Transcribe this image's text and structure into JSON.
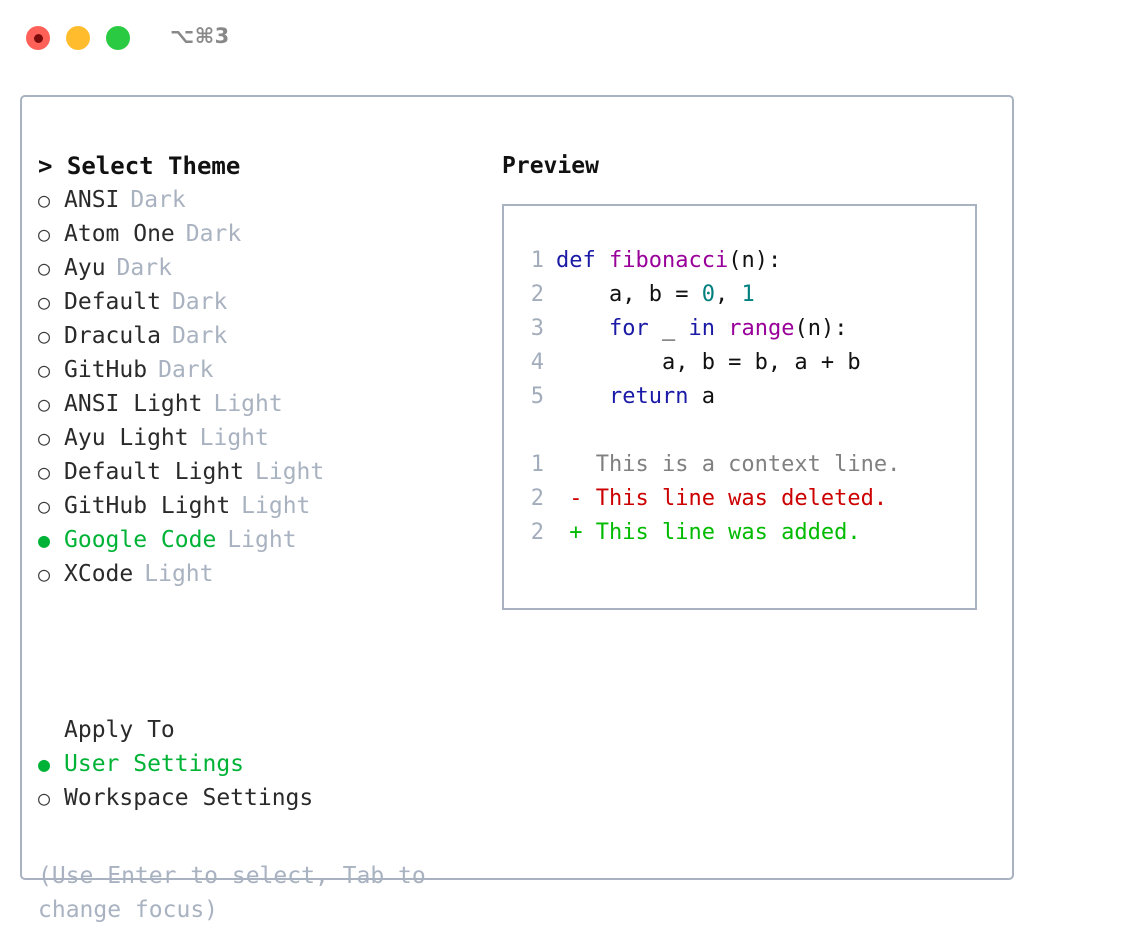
{
  "window": {
    "shortcut_label": "⌥⌘3",
    "traffic_lights": [
      {
        "name": "close-button",
        "color": "#FF6058"
      },
      {
        "name": "minimize-button",
        "color": "#FFBD2E"
      },
      {
        "name": "maximize-button",
        "color": "#2ACB42"
      }
    ]
  },
  "theme_picker": {
    "heading": "> Select Theme",
    "bullet_unselected": "○",
    "bullet_selected": "●",
    "items": [
      {
        "name": "ANSI",
        "tag": "Dark",
        "selected": false
      },
      {
        "name": "Atom One",
        "tag": "Dark",
        "selected": false
      },
      {
        "name": "Ayu",
        "tag": "Dark",
        "selected": false
      },
      {
        "name": "Default",
        "tag": "Dark",
        "selected": false
      },
      {
        "name": "Dracula",
        "tag": "Dark",
        "selected": false
      },
      {
        "name": "GitHub",
        "tag": "Dark",
        "selected": false
      },
      {
        "name": "ANSI Light",
        "tag": "Light",
        "selected": false
      },
      {
        "name": "Ayu Light",
        "tag": "Light",
        "selected": false
      },
      {
        "name": "Default Light",
        "tag": "Light",
        "selected": false
      },
      {
        "name": "GitHub Light",
        "tag": "Light",
        "selected": false
      },
      {
        "name": "Google Code",
        "tag": "Light",
        "selected": true
      },
      {
        "name": "XCode",
        "tag": "Light",
        "selected": false
      }
    ]
  },
  "apply_to": {
    "heading": "Apply To",
    "items": [
      {
        "name": "User Settings",
        "selected": true
      },
      {
        "name": "Workspace Settings",
        "selected": false
      }
    ]
  },
  "hint": "(Use Enter to select, Tab to change focus)",
  "preview": {
    "title": "Preview",
    "code_lines": [
      {
        "num": "1",
        "tokens": [
          {
            "t": "def ",
            "c": "kw"
          },
          {
            "t": "fibonacci",
            "c": "fn"
          },
          {
            "t": "(n):",
            "c": "pl"
          }
        ]
      },
      {
        "num": "2",
        "tokens": [
          {
            "t": "    a, b = ",
            "c": "pl"
          },
          {
            "t": "0",
            "c": "num"
          },
          {
            "t": ", ",
            "c": "pl"
          },
          {
            "t": "1",
            "c": "num"
          }
        ]
      },
      {
        "num": "3",
        "tokens": [
          {
            "t": "    ",
            "c": "pl"
          },
          {
            "t": "for",
            "c": "kw"
          },
          {
            "t": " _ ",
            "c": "pl"
          },
          {
            "t": "in",
            "c": "kw"
          },
          {
            "t": " ",
            "c": "pl"
          },
          {
            "t": "range",
            "c": "fn"
          },
          {
            "t": "(n):",
            "c": "pl"
          }
        ]
      },
      {
        "num": "4",
        "tokens": [
          {
            "t": "        a, b = b, a + b",
            "c": "pl"
          }
        ]
      },
      {
        "num": "5",
        "tokens": [
          {
            "t": "    ",
            "c": "pl"
          },
          {
            "t": "return",
            "c": "kw"
          },
          {
            "t": " a",
            "c": "pl"
          }
        ]
      }
    ],
    "diff_lines": [
      {
        "num": "1",
        "marker": " ",
        "text": "This is a context line.",
        "kind": "ctx"
      },
      {
        "num": "2",
        "marker": "-",
        "text": "This line was deleted.",
        "kind": "del"
      },
      {
        "num": "2",
        "marker": "+",
        "text": "This line was added.",
        "kind": "add"
      }
    ]
  },
  "colors": {
    "accent_green": "#00B336",
    "muted_gray": "#A9B2C0",
    "border": "#A9B2C0",
    "keyword": "#1A1AA6",
    "function": "#990099",
    "number": "#007F7F",
    "diff_delete": "#CC0000",
    "diff_add": "#00BB00",
    "diff_context": "#808080"
  }
}
